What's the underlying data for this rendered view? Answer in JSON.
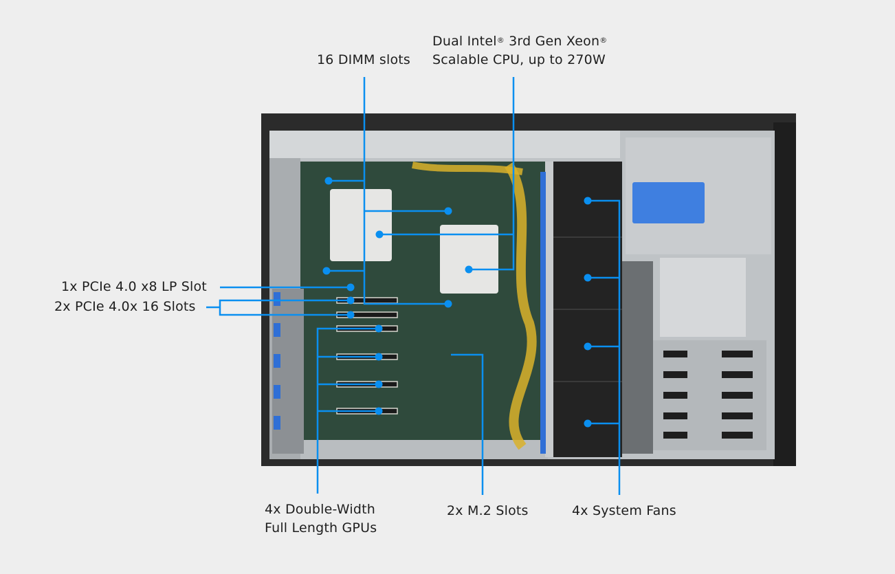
{
  "callouts": {
    "dimm": {
      "text": "16 DIMM slots"
    },
    "cpu": {
      "line1": "Dual Intel",
      "line1b": " 3rd Gen  Xeon",
      "reg": "®",
      "line2": "Scalable CPU, up to 270W"
    },
    "pcie_lp": {
      "text": "1x PCIe 4.0 x8 LP Slot"
    },
    "pcie_x16": {
      "text": "2x PCIe 4.0x 16 Slots"
    },
    "gpu": {
      "line1": "4x Double-Width",
      "line2": "Full Length GPUs"
    },
    "m2": {
      "text": "2x M.2 Slots"
    },
    "fans": {
      "text": "4x System Fans"
    }
  },
  "colors": {
    "accent": "#0a8ff0",
    "background": "#eeeeee",
    "chassis": "#2b2b2b",
    "board": "#2f4a3c"
  }
}
